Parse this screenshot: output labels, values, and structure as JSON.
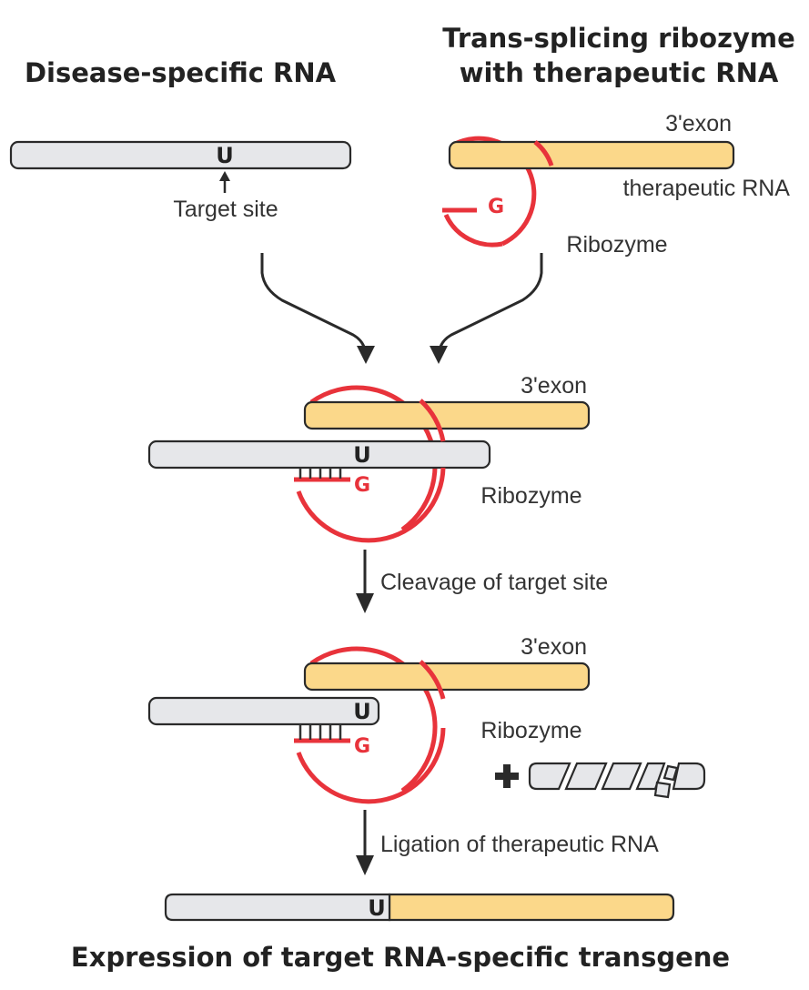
{
  "titles": {
    "disease": "Disease-specific RNA",
    "trans_line1": "Trans-splicing ribozyme",
    "trans_line2": "with therapeutic RNA",
    "bottom": "Expression of target RNA-specific transgene"
  },
  "labels": {
    "target_site": "Target site",
    "exon": "3'exon",
    "therapeutic_rna": "therapeutic RNA",
    "ribozyme": "Ribozyme",
    "u": "U",
    "g": "G"
  },
  "steps": {
    "cleavage": "Cleavage of target site",
    "ligation": "Ligation of therapeutic RNA"
  },
  "colors": {
    "target_rna": "#e6e7ea",
    "therapeutic_rna": "#fbd88a",
    "ribozyme": "#e8333b",
    "outline": "#2a2a2a"
  }
}
